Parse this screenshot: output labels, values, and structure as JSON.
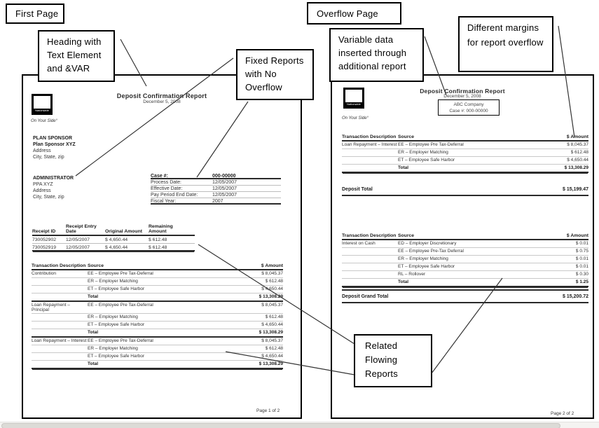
{
  "callouts": {
    "first_page": "First Page",
    "overflow_page": "Overflow Page",
    "heading_note": "Heading with Text Element and &VAR",
    "fixed_reports_note": "Fixed Reports with No Overflow",
    "variable_data_note": "Variable data inserted through additional report",
    "different_margins_note": "Different margins for report overflow",
    "related_flowing_note": "Related Flowing Reports"
  },
  "page1": {
    "brand": {
      "logo_word": "Nationwide",
      "tagline": "On Your Side°"
    },
    "title": "Deposit Confirmation Report",
    "date": "December 5, 2008",
    "plan_sponsor": {
      "heading": "PLAN SPONSOR",
      "name": "Plan Sponsor XYZ",
      "line1": "Address",
      "line2": "City, State, zip"
    },
    "administrator": {
      "heading": "ADMINISTRATOR",
      "name": "PPA XYZ",
      "line1": "Address",
      "line2": "City, State, zip"
    },
    "case_table": {
      "rows": [
        {
          "label": "Case #:",
          "value": "000-00000"
        },
        {
          "label": "Process Date:",
          "value": "12/05/2007"
        },
        {
          "label": "Effective Date:",
          "value": "12/05/2007"
        },
        {
          "label": "Pay Period End Date:",
          "value": "12/05/2007"
        },
        {
          "label": "Fiscal Year:",
          "value": "2007"
        }
      ]
    },
    "receipt_table": {
      "headers": [
        "Receipt ID",
        "Receipt Entry Date",
        "Original Amount",
        "Remaining Amount"
      ],
      "rows": [
        [
          "730052902",
          "12/05/2007",
          "$  4,650.44",
          "$ 612.48"
        ],
        [
          "730052919",
          "12/05/2007",
          "$  4,650.44",
          "$ 612.48"
        ]
      ]
    },
    "transactions": {
      "headers": {
        "desc": "Transaction Description",
        "source": "Source",
        "amount": "$ Amount"
      },
      "groups": [
        {
          "desc": "Contribution",
          "rows": [
            [
              "EE – Employee Pre Tax-Deferral",
              "$ 8,045.37"
            ],
            [
              "ER – Employer Matching",
              "$ 612.48"
            ],
            [
              "ET – Employee Safe Harbor",
              "$ 4,650.44"
            ]
          ],
          "total": [
            "Total",
            "$ 13,308.29"
          ]
        },
        {
          "desc": "Loan Repayment – Principal",
          "rows": [
            [
              "EE – Employee Pre Tax-Deferral",
              "$ 8,045.37"
            ],
            [
              "ER – Employer Matching",
              "$ 612.48"
            ],
            [
              "ET – Employee Safe Harbor",
              "$ 4,650.44"
            ]
          ],
          "total": [
            "Total",
            "$ 13,308.29"
          ]
        },
        {
          "desc": "Loan Repayment – Interest",
          "rows": [
            [
              "EE – Employee Pre Tax-Deferral",
              "$ 8,045.37"
            ],
            [
              "ER – Employer Matching",
              "$ 612.48"
            ],
            [
              "ET – Employee Safe Harbor",
              "$ 4,650.44"
            ]
          ],
          "total": [
            "Total",
            "$ 13,308.29"
          ]
        }
      ]
    },
    "footer": "Page 1 of 2"
  },
  "page2": {
    "brand": {
      "logo_word": "Nationwide",
      "tagline": "On Your Side°"
    },
    "title": "Deposit Confirmation Report",
    "date": "December 5, 2008",
    "company": "ABC Company",
    "case_line": "Case #:  000-00000",
    "table1": {
      "headers": {
        "desc": "Transaction Description",
        "source": "Source",
        "amount": "$ Amount"
      },
      "groups": [
        {
          "desc": "Loan Repayment – Interest",
          "rows": [
            [
              "EE – Employee Pre Tax-Deferral",
              "$ 8,045.37"
            ],
            [
              "ER – Employer Matching",
              "$ 612.48"
            ],
            [
              "ET – Employee Safe Harbor",
              "$ 4,650.44"
            ]
          ],
          "total": [
            "Total",
            "$ 13,308.29"
          ]
        }
      ]
    },
    "deposit_total": {
      "label": "Deposit Total",
      "amount": "$ 15,199.47"
    },
    "table2": {
      "headers": {
        "desc": "Transaction Description",
        "source": "Source",
        "amount": "$ Amount"
      },
      "groups": [
        {
          "desc": "Interest on Cash",
          "rows": [
            [
              "ED – Employer Discretionary",
              "$ 0.01"
            ],
            [
              "EE – Employee Pre-Tax Deferral",
              "$ 0.75"
            ],
            [
              "ER – Employer Matching",
              "$ 0.01"
            ],
            [
              "ET – Employee Safe Harbor",
              "$ 0.01"
            ],
            [
              "RL – Rollover",
              "$ 0.30"
            ]
          ],
          "total": [
            "Total",
            "$ 1.25"
          ]
        }
      ]
    },
    "grand_total": {
      "label": "Deposit Grand Total",
      "amount": "$ 15,200.72"
    },
    "footer": "Page 2 of 2"
  }
}
